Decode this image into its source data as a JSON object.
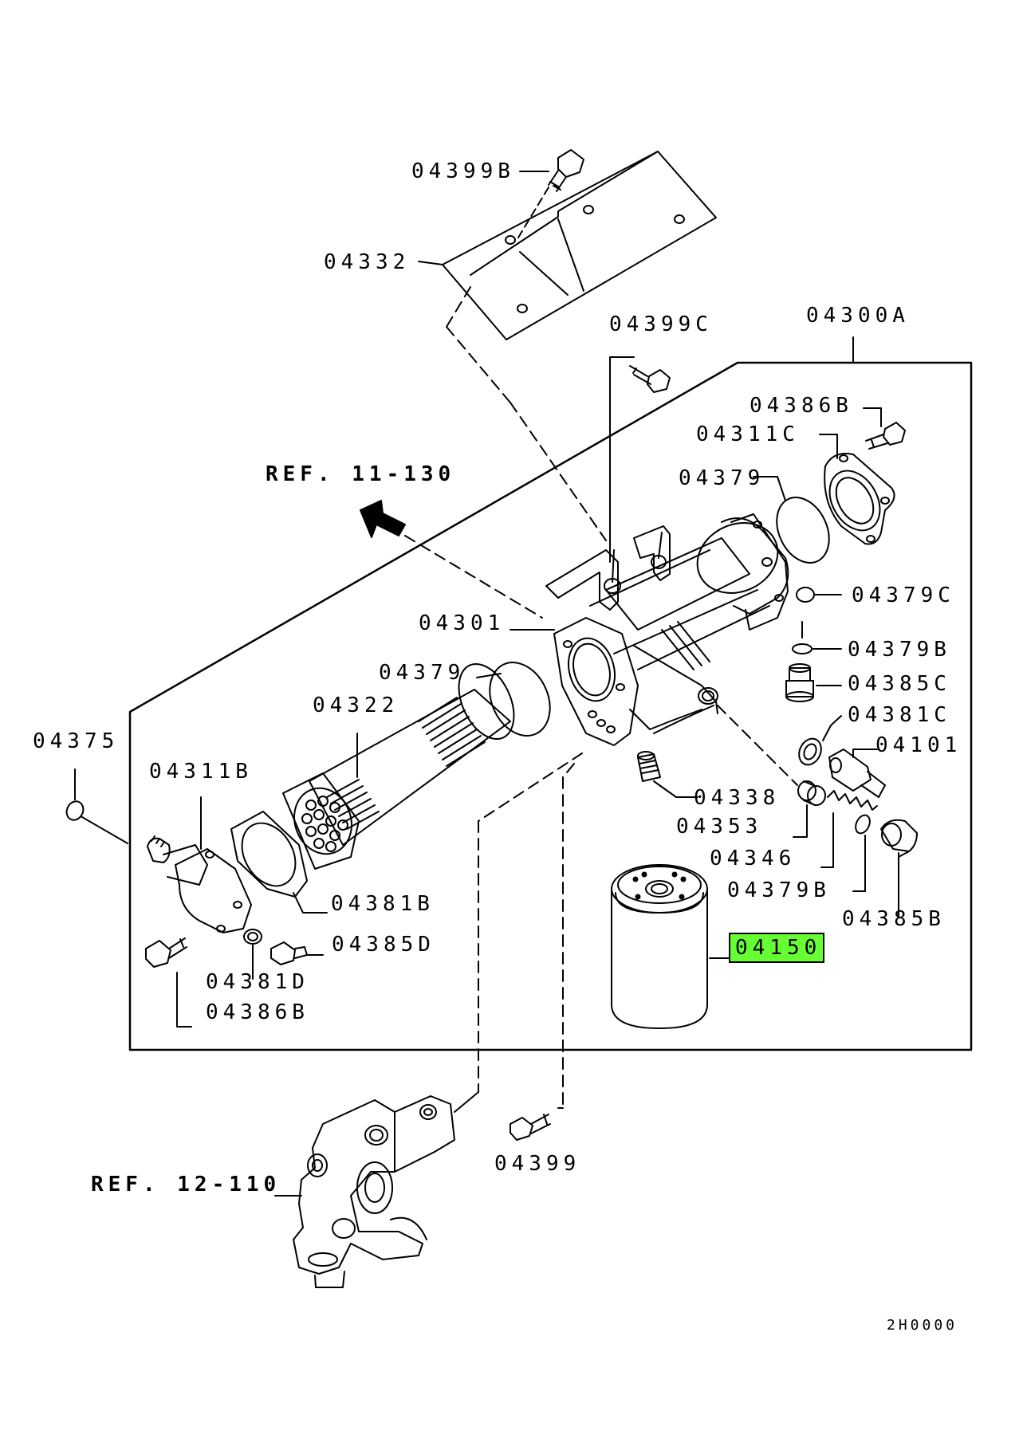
{
  "parts": {
    "p04399B": "04399B",
    "p04332": "04332",
    "p04399C": "04399C",
    "p04300A": "04300A",
    "p04386B_top": "04386B",
    "p04311C": "04311C",
    "p04379_top": "04379",
    "p04379C": "04379C",
    "p04301": "04301",
    "p04379B_top": "04379B",
    "p04379_mid": "04379",
    "p04385C": "04385C",
    "p04322": "04322",
    "p04381C": "04381C",
    "p04375": "04375",
    "p04101": "04101",
    "p04311B": "04311B",
    "p04338": "04338",
    "p04353": "04353",
    "p04346": "04346",
    "p04379B_bot": "04379B",
    "p04381B": "04381B",
    "p04385B": "04385B",
    "p04150": "04150",
    "p04385D": "04385D",
    "p04381D": "04381D",
    "p04386B_bot": "04386B",
    "p04399": "04399"
  },
  "refs": {
    "ref_11_130": "REF. 11-130",
    "ref_12_110": "REF. 12-110"
  },
  "highlighted_part": "04150",
  "highlight_color": "#66ff33",
  "diagram_code": "2H0000"
}
